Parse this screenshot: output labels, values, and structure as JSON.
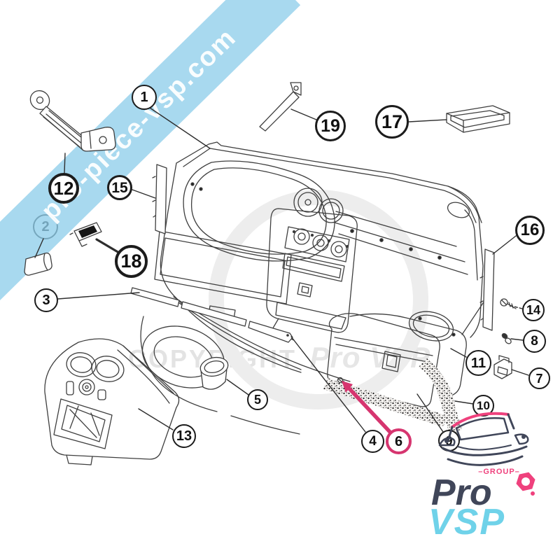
{
  "watermark_band": {
    "text": "pro-piece-vsp.com",
    "band_color": "#90cee9",
    "text_color": "#ffffff"
  },
  "watermark_center": {
    "text_regular": "COPYRIGHT",
    "text_italic": "Pro VSP",
    "color": "#e3e3e3"
  },
  "callouts": [
    {
      "label": "1"
    },
    {
      "label": "2"
    },
    {
      "label": "3"
    },
    {
      "label": "4"
    },
    {
      "label": "5"
    },
    {
      "label": "6",
      "highlight": "#d6356f"
    },
    {
      "label": "7"
    },
    {
      "label": "8"
    },
    {
      "label": "9"
    },
    {
      "label": "10"
    },
    {
      "label": "11"
    },
    {
      "label": "12"
    },
    {
      "label": "13"
    },
    {
      "label": "14"
    },
    {
      "label": "15"
    },
    {
      "label": "16"
    },
    {
      "label": "17"
    },
    {
      "label": "18"
    },
    {
      "label": "19"
    }
  ],
  "highlight_arrow_color": "#d6356f",
  "logo": {
    "group_label": "–GROUP–",
    "brand_top": "Pro",
    "brand_bottom": "VSP",
    "navy": "#404659",
    "pink": "#ef417d",
    "cyan": "#6fd2e9"
  }
}
